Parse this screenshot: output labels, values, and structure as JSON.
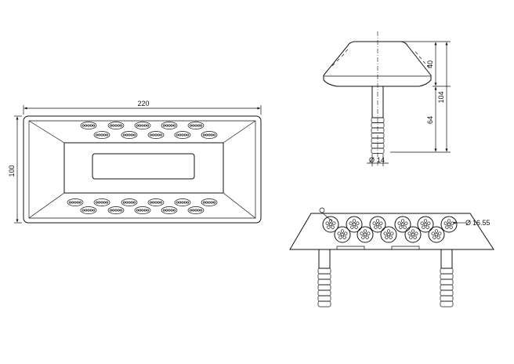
{
  "dimensions": {
    "top_width": "220",
    "top_height": "100",
    "cap_height": "40",
    "total_height": "104",
    "stem_length": "64",
    "stem_diameter": "14",
    "reflector_diameter": "16.55"
  },
  "prefixes": {
    "diameter": "Ø"
  }
}
